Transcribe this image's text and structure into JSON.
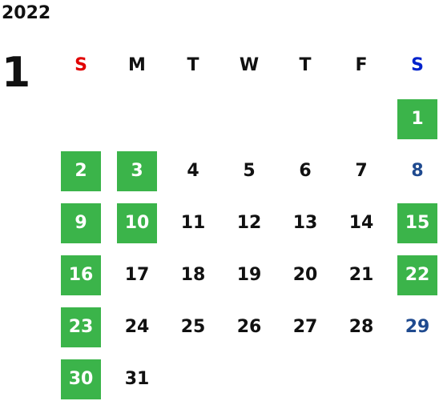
{
  "year": "2022",
  "month": "1",
  "colors": {
    "sunday_header": "#e10000",
    "saturday_header": "#0022cc",
    "saturday_day": "#1f4a8f",
    "holiday_bg": "#3bb44a",
    "text": "#111111"
  },
  "weekdays": [
    "S",
    "M",
    "T",
    "W",
    "T",
    "F",
    "S"
  ],
  "weeks": [
    [
      null,
      null,
      null,
      null,
      null,
      null,
      {
        "d": "1",
        "holiday": true
      }
    ],
    [
      {
        "d": "2",
        "holiday": true
      },
      {
        "d": "3",
        "holiday": true
      },
      {
        "d": "4"
      },
      {
        "d": "5"
      },
      {
        "d": "6"
      },
      {
        "d": "7"
      },
      {
        "d": "8"
      }
    ],
    [
      {
        "d": "9",
        "holiday": true
      },
      {
        "d": "10",
        "holiday": true
      },
      {
        "d": "11"
      },
      {
        "d": "12"
      },
      {
        "d": "13"
      },
      {
        "d": "14"
      },
      {
        "d": "15",
        "holiday": true
      }
    ],
    [
      {
        "d": "16",
        "holiday": true
      },
      {
        "d": "17"
      },
      {
        "d": "18"
      },
      {
        "d": "19"
      },
      {
        "d": "20"
      },
      {
        "d": "21"
      },
      {
        "d": "22",
        "holiday": true
      }
    ],
    [
      {
        "d": "23",
        "holiday": true
      },
      {
        "d": "24"
      },
      {
        "d": "25"
      },
      {
        "d": "26"
      },
      {
        "d": "27"
      },
      {
        "d": "28"
      },
      {
        "d": "29"
      }
    ],
    [
      {
        "d": "30",
        "holiday": true
      },
      {
        "d": "31"
      },
      null,
      null,
      null,
      null,
      null
    ]
  ]
}
